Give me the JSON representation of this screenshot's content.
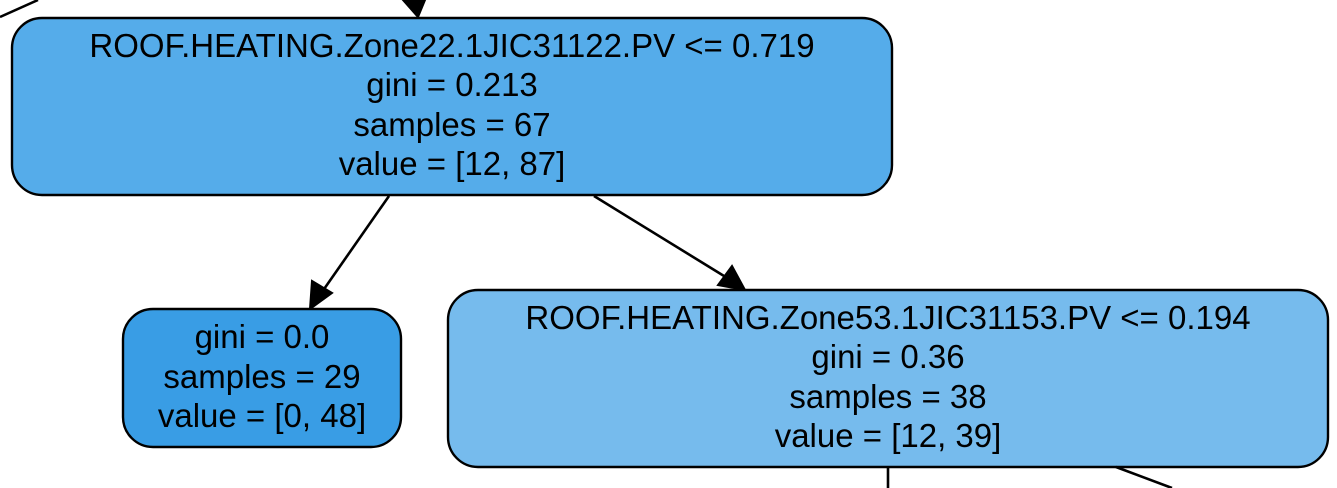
{
  "nodes": [
    {
      "id": "split-zone22",
      "lines": [
        "ROOF.HEATING.Zone22.1JIC31122.PV <= 0.719",
        "gini = 0.213",
        "samples = 67",
        "value = [12, 87]"
      ],
      "fill": "#55acea"
    },
    {
      "id": "leaf-left",
      "lines": [
        "gini = 0.0",
        "samples = 29",
        "value = [0, 48]"
      ],
      "fill": "#399de5"
    },
    {
      "id": "split-zone53",
      "lines": [
        "ROOF.HEATING.Zone53.1JIC31153.PV <= 0.194",
        "gini = 0.36",
        "samples = 38",
        "value = [12, 39]"
      ],
      "fill": "#76bbed"
    }
  ],
  "edges": [
    {
      "from": "parent-offscreen",
      "to": "split-zone22"
    },
    {
      "from": "split-zone22",
      "to": "leaf-left"
    },
    {
      "from": "split-zone22",
      "to": "split-zone53"
    },
    {
      "from": "split-zone53",
      "to": "child-offscreen-left"
    },
    {
      "from": "split-zone53",
      "to": "child-offscreen-right"
    }
  ]
}
